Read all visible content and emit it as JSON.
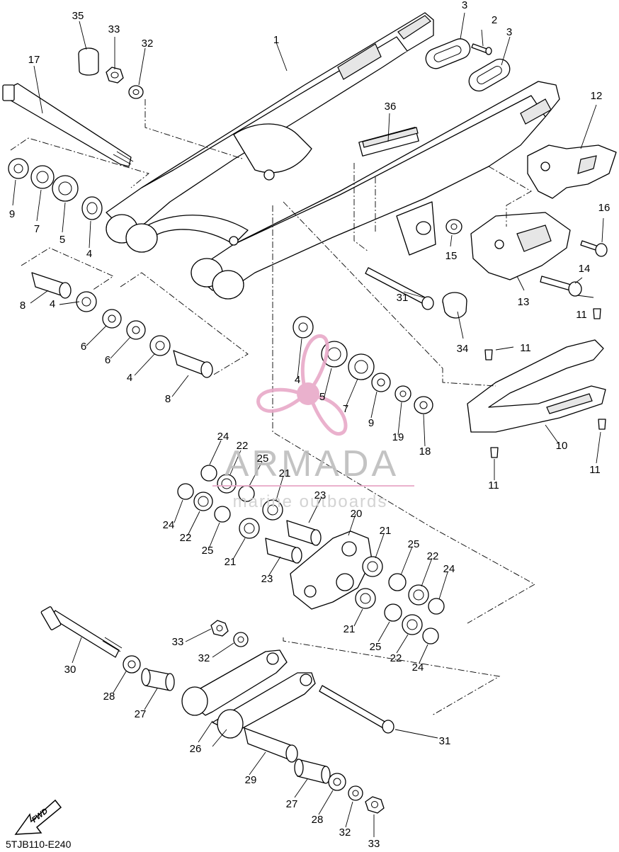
{
  "diagram_code": "5TJB110-E240",
  "fwd_label": "FWD",
  "watermark": {
    "brand": "ARMADA",
    "tagline": "marine outboards",
    "logo": "propeller-logo"
  },
  "colors": {
    "watermark_pink": "#e8a9c8",
    "watermark_pink_dark": "#e07fb0",
    "watermark_text": "#bdbdbd",
    "line": "#000000"
  },
  "callouts": [
    "35",
    "33",
    "32",
    "17",
    "9",
    "7",
    "5",
    "4",
    "1",
    "2",
    "3",
    "3",
    "36",
    "12",
    "16",
    "15",
    "14",
    "13",
    "11",
    "11",
    "31",
    "34",
    "8",
    "4",
    "6",
    "6",
    "4",
    "8",
    "4",
    "5",
    "7",
    "9",
    "19",
    "18",
    "10",
    "11",
    "11",
    "24",
    "22",
    "25",
    "21",
    "23",
    "20",
    "21",
    "24",
    "22",
    "25",
    "21",
    "23",
    "21",
    "25",
    "22",
    "24",
    "25",
    "22",
    "24",
    "30",
    "33",
    "32",
    "28",
    "27",
    "26",
    "29",
    "27",
    "28",
    "32",
    "33",
    "31"
  ]
}
